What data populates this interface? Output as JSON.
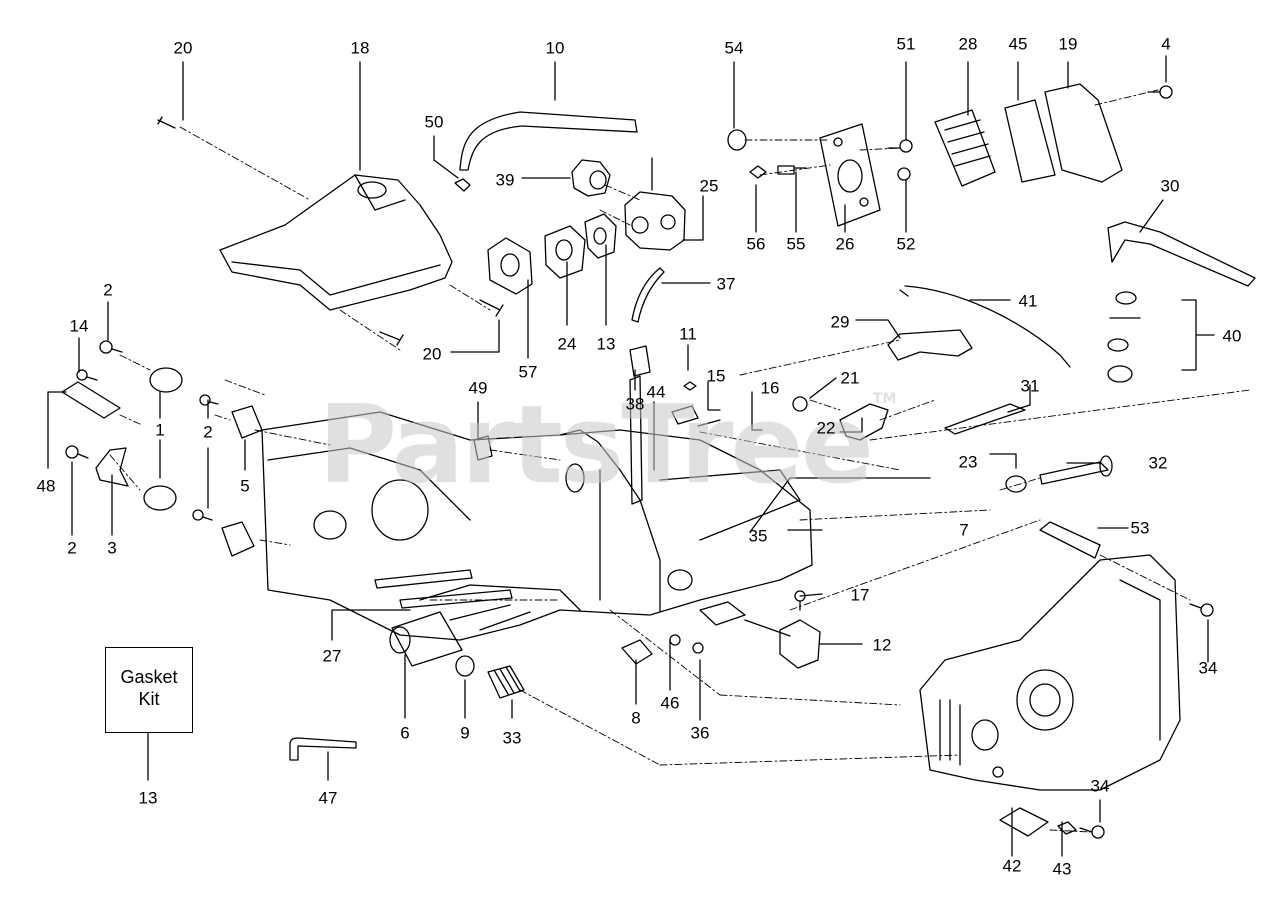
{
  "watermark": {
    "text": "PartsTree",
    "mark": "TM"
  },
  "gasket_kit": {
    "line1": "Gasket",
    "line2": "Kit",
    "callout": "13"
  },
  "callouts": {
    "c20a": "20",
    "c18": "18",
    "c10": "10",
    "c54": "54",
    "c51": "51",
    "c28": "28",
    "c45": "45",
    "c19": "19",
    "c4": "4",
    "c50": "50",
    "c39": "39",
    "c25": "25",
    "c30": "30",
    "c56": "56",
    "c55": "55",
    "c26": "26",
    "c52": "52",
    "c37": "37",
    "c41": "41",
    "c2a": "2",
    "c14": "14",
    "c29": "29",
    "c40": "40",
    "c57": "57",
    "c24": "24",
    "c13a": "13",
    "c20b": "20",
    "c11": "11",
    "c15": "15",
    "c16": "16",
    "c21": "21",
    "c49": "49",
    "c44": "44",
    "c38": "38",
    "c31": "31",
    "c1": "1",
    "c2b": "2",
    "c5": "5",
    "c22": "22",
    "c23": "23",
    "c32": "32",
    "c48": "48",
    "c2c": "2",
    "c3": "3",
    "c35": "35",
    "c7": "7",
    "c53": "53",
    "c17": "17",
    "c27": "27",
    "c12": "12",
    "c34a": "34",
    "c6": "6",
    "c9": "9",
    "c33": "33",
    "c8": "8",
    "c46": "46",
    "c36": "36",
    "c47": "47",
    "c34b": "34",
    "c42": "42",
    "c43": "43"
  }
}
